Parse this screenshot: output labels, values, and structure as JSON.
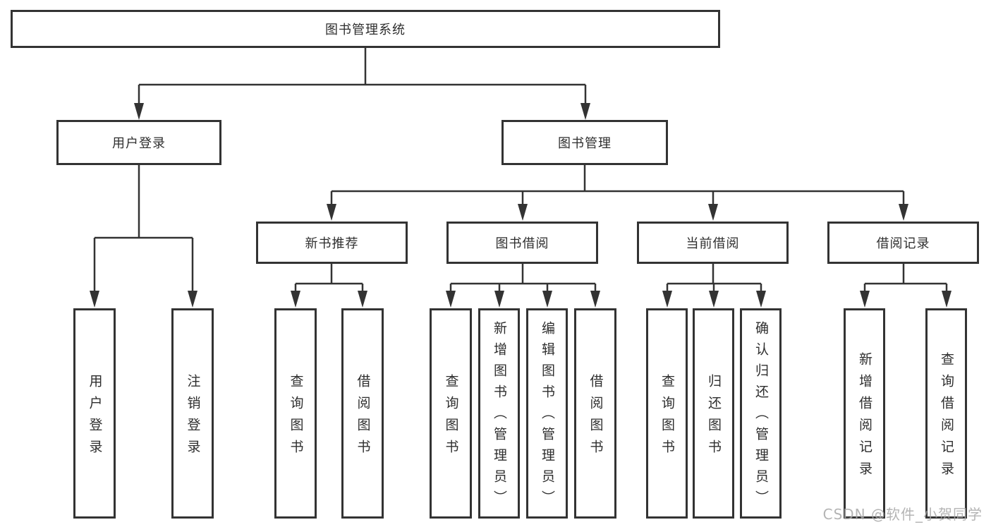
{
  "diagram": {
    "root": {
      "label": "图书管理系统"
    },
    "branches": [
      {
        "label": "用户登录",
        "children": [
          {
            "label": "用户登录"
          },
          {
            "label": "注销登录"
          }
        ]
      },
      {
        "label": "图书管理",
        "children": [
          {
            "label": "新书推荐",
            "children": [
              {
                "label": "查询图书"
              },
              {
                "label": "借阅图书"
              }
            ]
          },
          {
            "label": "图书借阅",
            "children": [
              {
                "label": "查询图书"
              },
              {
                "label": "新增图书（管理员）"
              },
              {
                "label": "编辑图书（管理员）"
              },
              {
                "label": "借阅图书"
              }
            ]
          },
          {
            "label": "当前借阅",
            "children": [
              {
                "label": "查询图书"
              },
              {
                "label": "归还图书"
              },
              {
                "label": "确认归还（管理员）"
              }
            ]
          },
          {
            "label": "借阅记录",
            "children": [
              {
                "label": "新增借阅记录"
              },
              {
                "label": "查询借阅记录"
              }
            ]
          }
        ]
      }
    ]
  },
  "watermark": {
    "text": "CSDN @软件_小贺同学"
  },
  "colors": {
    "line": "#333333",
    "text": "#2e2e2e",
    "background": "#ffffff",
    "watermark": "#a8a8a8"
  }
}
